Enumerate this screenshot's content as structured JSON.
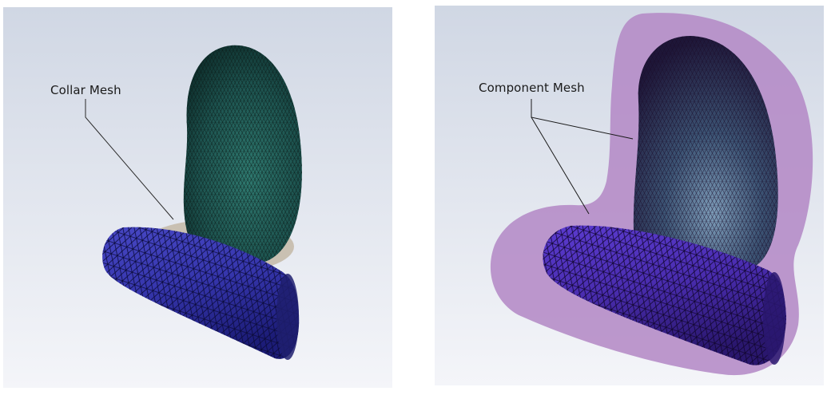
{
  "figure": {
    "panels": [
      {
        "id": "left",
        "callout": "Collar Mesh",
        "background": {
          "top": "#d0d7e4",
          "bottom": "#f4f5f9"
        },
        "parts": [
          {
            "name": "upper-lobe",
            "color": "#1f5a55",
            "mesh": "dense triangular"
          },
          {
            "name": "cylinder",
            "color": "#3232a8",
            "mesh": "triangular"
          },
          {
            "name": "collar",
            "color": "#c8bfb0",
            "mesh": "none"
          }
        ]
      },
      {
        "id": "right",
        "callout": "Component Mesh",
        "background": {
          "top": "#d0d7e4",
          "bottom": "#f4f5f9"
        },
        "parts": [
          {
            "name": "component-shell",
            "color": "#b78fc4",
            "mesh": "translucent"
          },
          {
            "name": "upper-lobe",
            "color": "#3a4f6e",
            "mesh": "dense triangular"
          },
          {
            "name": "cylinder",
            "color": "#4a2fa8",
            "mesh": "triangular"
          }
        ]
      }
    ]
  }
}
